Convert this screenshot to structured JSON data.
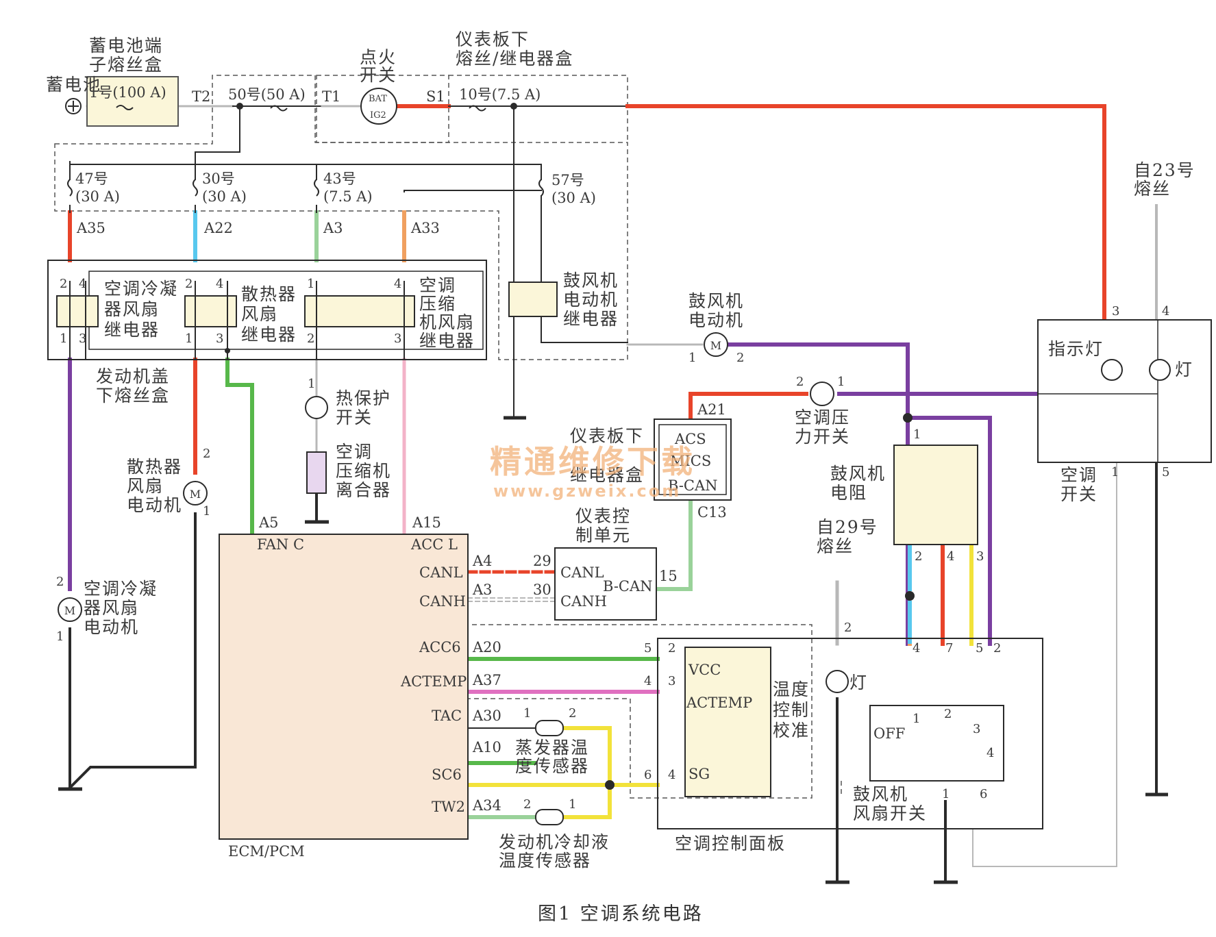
{
  "caption": "图1   空调系统电路",
  "watermark": {
    "cn": "精通维修下载",
    "url": "www.gzweix.com"
  },
  "colors": {
    "red": "#e8442a",
    "purple": "#7a3fa0",
    "green": "#57b84a",
    "cyan": "#58c8ee",
    "yellow": "#f2e23a",
    "pink": "#e070c0",
    "ltgreen": "#9ad29a",
    "ltpink": "#f3b3c8",
    "black": "#2a2a2a",
    "boxfill": "#f9e7d6",
    "fuse": "#fbf6d9",
    "orange": "#f0a060"
  },
  "battery": {
    "label": "蓄电池",
    "terminal": "⊕"
  },
  "fuse_boxes": {
    "battery_box": [
      "蓄电池端",
      "子熔丝盒"
    ],
    "dash_box": [
      "仪表板下",
      "熔丝/继电器盒"
    ],
    "hood_box": [
      "发动机盖",
      "下熔丝盒"
    ]
  },
  "fuses": {
    "f1": "1号(100 A)",
    "f50": "50号(50 A)",
    "f10": "10号(7.5 A)",
    "f47": [
      "47号",
      "(30 A)"
    ],
    "f30": [
      "30号",
      "(30 A)"
    ],
    "f43": [
      "43号",
      "(7.5 A)"
    ],
    "f57": [
      "57号",
      "(30 A)"
    ]
  },
  "terminals": {
    "t2": "T2",
    "t1": "T1",
    "s1": "S1",
    "a35": "A35",
    "a22": "A22",
    "a3": "A3",
    "a33": "A33"
  },
  "ignition": {
    "label": [
      "点火",
      "开关"
    ],
    "bat": "BAT",
    "ig2": "IG2"
  },
  "relays": {
    "cond_relay": [
      "空调冷凝",
      "器风扇",
      "继电器"
    ],
    "rad_relay": [
      "散热器",
      "风扇",
      "继电器"
    ],
    "comp_relay": [
      "空调",
      "压缩",
      "机风扇",
      "继电器"
    ],
    "blower_relay": [
      "鼓风机",
      "电动机",
      "继电器"
    ]
  },
  "components": {
    "blower_motor": [
      "鼓风机",
      "电动机"
    ],
    "thermal_switch": [
      "热保护",
      "开关"
    ],
    "clutch": [
      "空调",
      "压缩机",
      "离合器"
    ],
    "rad_fan_motor": [
      "散热器",
      "风扇",
      "电动机"
    ],
    "cond_fan_motor": [
      "空调冷凝",
      "器风扇",
      "电动机"
    ],
    "pressure_switch": [
      "空调压",
      "力开关"
    ],
    "blower_resistor": [
      "鼓风机",
      "电阻"
    ],
    "ac_switch": [
      "空调",
      "开关"
    ],
    "indicator": "指示灯",
    "lamp": "灯",
    "from23": [
      "自23号",
      "熔丝"
    ],
    "from29": [
      "自29号",
      "熔丝"
    ],
    "evap_sensor": [
      "蒸发器温",
      "度传感器"
    ],
    "coolant_sensor": [
      "发动机冷却液",
      "温度传感器"
    ],
    "temp_cal": [
      "温度",
      "控制",
      "校准"
    ],
    "blower_switch": [
      "鼓风机",
      "风扇开关"
    ],
    "panel": "空调控制面板",
    "meter_unit": [
      "仪表控",
      "制单元"
    ],
    "dash_relay_box2": [
      "仪表板下",
      "继电器盒"
    ]
  },
  "ecm": {
    "name": "ECM/PCM",
    "fan_c": "FAN C",
    "acc_l": "ACC L",
    "canl": "CANL",
    "canh": "CANH",
    "acc6": "ACC6",
    "actemp": "ACTEMP",
    "tac": "TAC",
    "sc6": "SC6",
    "tw2": "TW2",
    "a5": "A5",
    "a15": "A15",
    "a4": "A4",
    "a3": "A3",
    "a20": "A20",
    "a37": "A37",
    "a30": "A30",
    "a10": "A10",
    "a34": "A34"
  },
  "meter": {
    "canl": "CANL",
    "canh": "CANH",
    "bcan": "B-CAN",
    "p29": "29",
    "p30": "30",
    "p15": "15"
  },
  "relay_box2": {
    "acs": "ACS",
    "mics": "MICS",
    "bcan": "B-CAN",
    "a21": "A21",
    "c13": "C13"
  },
  "panel_labels": {
    "vcc": "VCC",
    "actemp": "ACTEMP",
    "sg": "SG",
    "off": "OFF"
  },
  "pins": {
    "p1": "1",
    "p2": "2",
    "p3": "3",
    "p4": "4",
    "p5": "5",
    "p6": "6",
    "p7": "7"
  }
}
